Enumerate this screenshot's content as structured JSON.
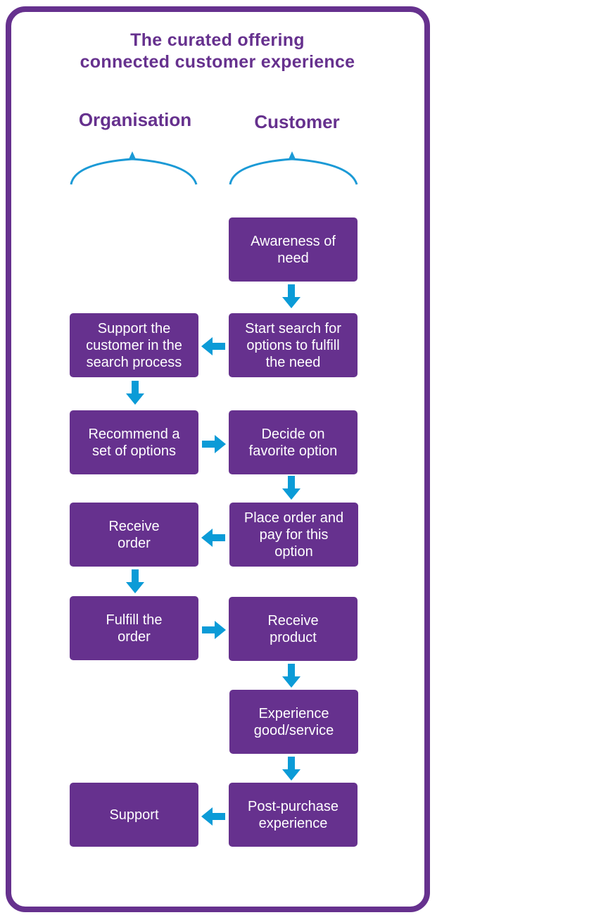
{
  "diagram": {
    "title_line1": "The curated offering",
    "title_line2": "connected customer experience",
    "columns": {
      "organisation": "Organisation",
      "customer": "Customer"
    },
    "customer_steps": [
      "Awareness of\nneed",
      "Start search for\noptions to fulfill\nthe need",
      "Decide on\nfavorite option",
      "Place order and\npay for this\noption",
      "Receive\nproduct",
      "Experience\ngood/service",
      "Post-purchase\nexperience"
    ],
    "organisation_steps": [
      "Support the\ncustomer in the\nsearch process",
      "Recommend a\nset of options",
      "Receive\norder",
      "Fulfill the\norder",
      "Support"
    ],
    "colors": {
      "box": "#66318e",
      "arrow": "#0b9bd7",
      "brace": "#1b9ad6",
      "text": "#ffffff"
    }
  }
}
